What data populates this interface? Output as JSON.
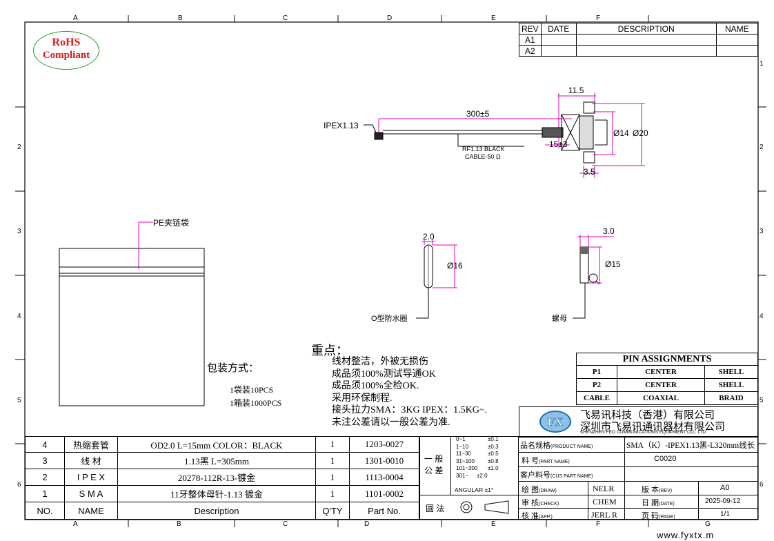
{
  "frame": {
    "top_zones": [
      "A",
      "B",
      "C",
      "D",
      "E",
      "F"
    ],
    "bottom_zones": [
      "A",
      "B",
      "C",
      "D",
      "E",
      "F",
      "G"
    ],
    "rows": [
      "1",
      "2",
      "3",
      "4",
      "5",
      "6"
    ]
  },
  "rohs": {
    "line1": "RoHS",
    "line2": "Compliant"
  },
  "revision": {
    "headers": [
      "REV",
      "DATE",
      "DESCRIPTION",
      "NAME"
    ],
    "rows": [
      [
        "A1",
        "",
        "",
        ""
      ],
      [
        "A2",
        "",
        "",
        ""
      ]
    ]
  },
  "assembly": {
    "label_ipex": "IPEX1.13",
    "dim_length": "300±5",
    "cable_label_1": "RF1.13 BLACK",
    "cable_label_2": "CABLE-50 Ω",
    "dim_11_5": "11.5",
    "dim_15_3": "15±3",
    "dim_3_5": "3.5",
    "dim_d14": "Ø14",
    "dim_d20": "Ø20"
  },
  "bag": {
    "label": "PE夹链袋"
  },
  "oring": {
    "dim_2": "2.0",
    "dim_d16": "Ø16",
    "label": "O型防水圈"
  },
  "nut": {
    "dim_3": "3.0",
    "dim_d15": "Ø15",
    "label": "螺母"
  },
  "packaging": {
    "title": "包装方式：",
    "line1": "1袋装10PCS",
    "line2": "1箱装1000PCS"
  },
  "notes": {
    "title": "重点：",
    "lines": [
      "线材整洁，外被无损伤",
      "成品须100%测试导通OK",
      "成品须100%全检OK.",
      "采用环保制程.",
      "接头拉力SMA：3KG  IPEX：1.5KG~.",
      "未注公差请以一般公差为准."
    ]
  },
  "pins": {
    "title": "PIN ASSIGNMENTS",
    "rows": [
      [
        "P1",
        "CENTER",
        "SHELL"
      ],
      [
        "P2",
        "CENTER",
        "SHELL"
      ],
      [
        "CABLE",
        "COAXIAL",
        "BRAID"
      ]
    ]
  },
  "company": {
    "cn1": "飞易讯科技（香港）有限公司",
    "cn2": "深圳市飞易讯通讯器材有限公司",
    "en": "SHENZHEN FEO COMMUNICATIONS EQUIPMENT CO., LTD"
  },
  "bom": {
    "headers": [
      "NO.",
      "NAME",
      "Description",
      "Q'TY",
      "Part No."
    ],
    "rows": [
      [
        "4",
        "热缩套管",
        "OD2.0  L=15mm  COLOR：BLACK",
        "1",
        "1203-0027"
      ],
      [
        "3",
        "线    材",
        "1.13黑  L=305mm",
        "1",
        "1301-0010"
      ],
      [
        "2",
        "I P E X",
        "20278-112R-13-镀金",
        "1",
        "1113-0004"
      ],
      [
        "1",
        "S M A",
        "11牙整体母针-1.13 镀金",
        "1",
        "1101-0002"
      ]
    ]
  },
  "tolerance": {
    "label": "一 般\n公 差",
    "rows": [
      [
        "0~1",
        "±0.1"
      ],
      [
        "1~10",
        "±0.3"
      ],
      [
        "11~30",
        "±0.5"
      ],
      [
        "31~100",
        "±0.8"
      ],
      [
        "101~300",
        "±1.0"
      ],
      [
        "301~",
        "±2.0"
      ]
    ],
    "angular": "ANGULAR  ±1°",
    "projection": "圆 法"
  },
  "title_block": {
    "product_label": "品名规格",
    "product_label_en": "(PRODUCT NAME)",
    "product_value": "SMA（K）-IPEX1.13黑-L320mm线长",
    "part_label": "料    号",
    "part_label_en": "(PART NAME)",
    "part_value": "C0020",
    "cus_label": "客户料号",
    "cus_label_en": "(CUS PART NAME)",
    "cus_value": "",
    "draw_label": "绘    图",
    "draw_label_en": "(DRAW)",
    "draw_value": "NELR",
    "check_label": "审    核",
    "check_label_en": "(CHECK)",
    "check_value": "CHEM",
    "app_label": "核    准",
    "app_label_en": "(APP.)",
    "app_value": "JERL R",
    "rev_label": "版  本",
    "rev_label_en": "(REV)",
    "rev_value": "A0",
    "date_label": "日  期",
    "date_label_en": "(DATE)",
    "date_value": "2025-09-12",
    "page_label": "页  码",
    "page_label_en": "(PAGE)",
    "page_value": "1/1"
  },
  "footer": {
    "url": "www.fyxtx.m"
  },
  "colors": {
    "dimension": "#e000c0",
    "rohs": "#1c9b1c",
    "logo": "#1d6fb4"
  }
}
